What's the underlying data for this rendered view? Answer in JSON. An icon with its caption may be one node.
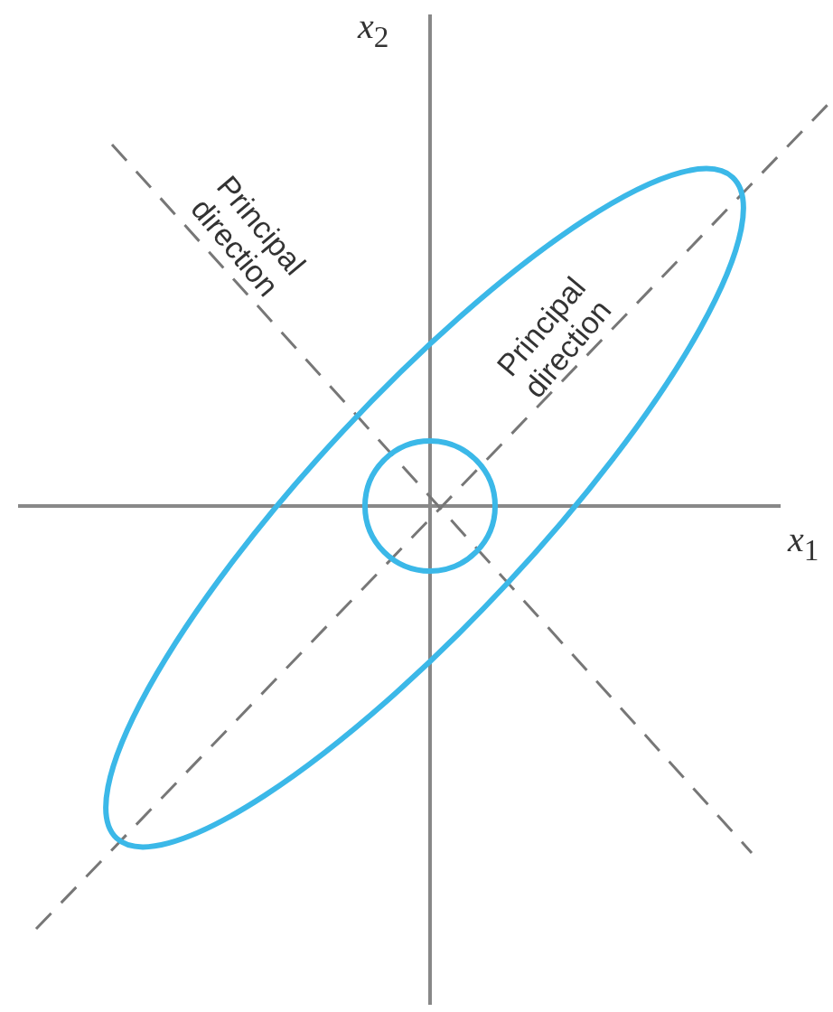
{
  "diagram": {
    "labels": [
      "*x*$_{2}$",
      "*x*$_{1}$",
      "Principal direction",
      "Principal direction"
    ]
  }
}
